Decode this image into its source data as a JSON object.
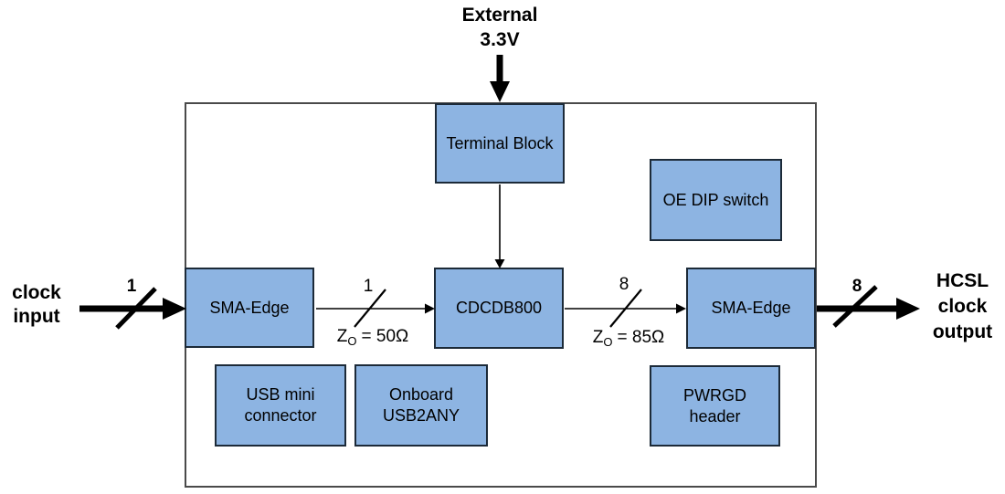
{
  "diagram": {
    "power_label": {
      "line1": "External",
      "line2": "3.3V"
    },
    "input_label": {
      "line1": "clock",
      "line2": "input"
    },
    "output_label": {
      "line1": "HCSL",
      "line2": "clock",
      "line3": "output"
    },
    "blocks": {
      "terminal_block": "Terminal Block",
      "oe_dip_switch": "OE DIP switch",
      "sma_edge_input": "SMA-Edge",
      "cdcdb800": "CDCDB800",
      "sma_edge_output": "SMA-Edge",
      "usb_mini_connector": {
        "line1": "USB mini",
        "line2": "connector"
      },
      "onboard_usb2any": {
        "line1": "Onboard",
        "line2": "USB2ANY"
      },
      "pwrgd_header": {
        "line1": "PWRGD",
        "line2": "header"
      }
    },
    "bus_widths": {
      "input": "1",
      "sma_to_cdc": "1",
      "cdc_to_sma": "8",
      "output": "8"
    },
    "impedance_labels": {
      "input_side": {
        "symbol": "Z",
        "subscript": "O",
        "value": "= 50Ω"
      },
      "output_side": {
        "symbol": "Z",
        "subscript": "O",
        "value": "= 85Ω"
      }
    },
    "colors": {
      "block_fill": "#8db4e2",
      "block_border": "#1c2a38",
      "board_border": "#4a4a4a",
      "arrow": "#000000",
      "text": "#000000"
    }
  }
}
